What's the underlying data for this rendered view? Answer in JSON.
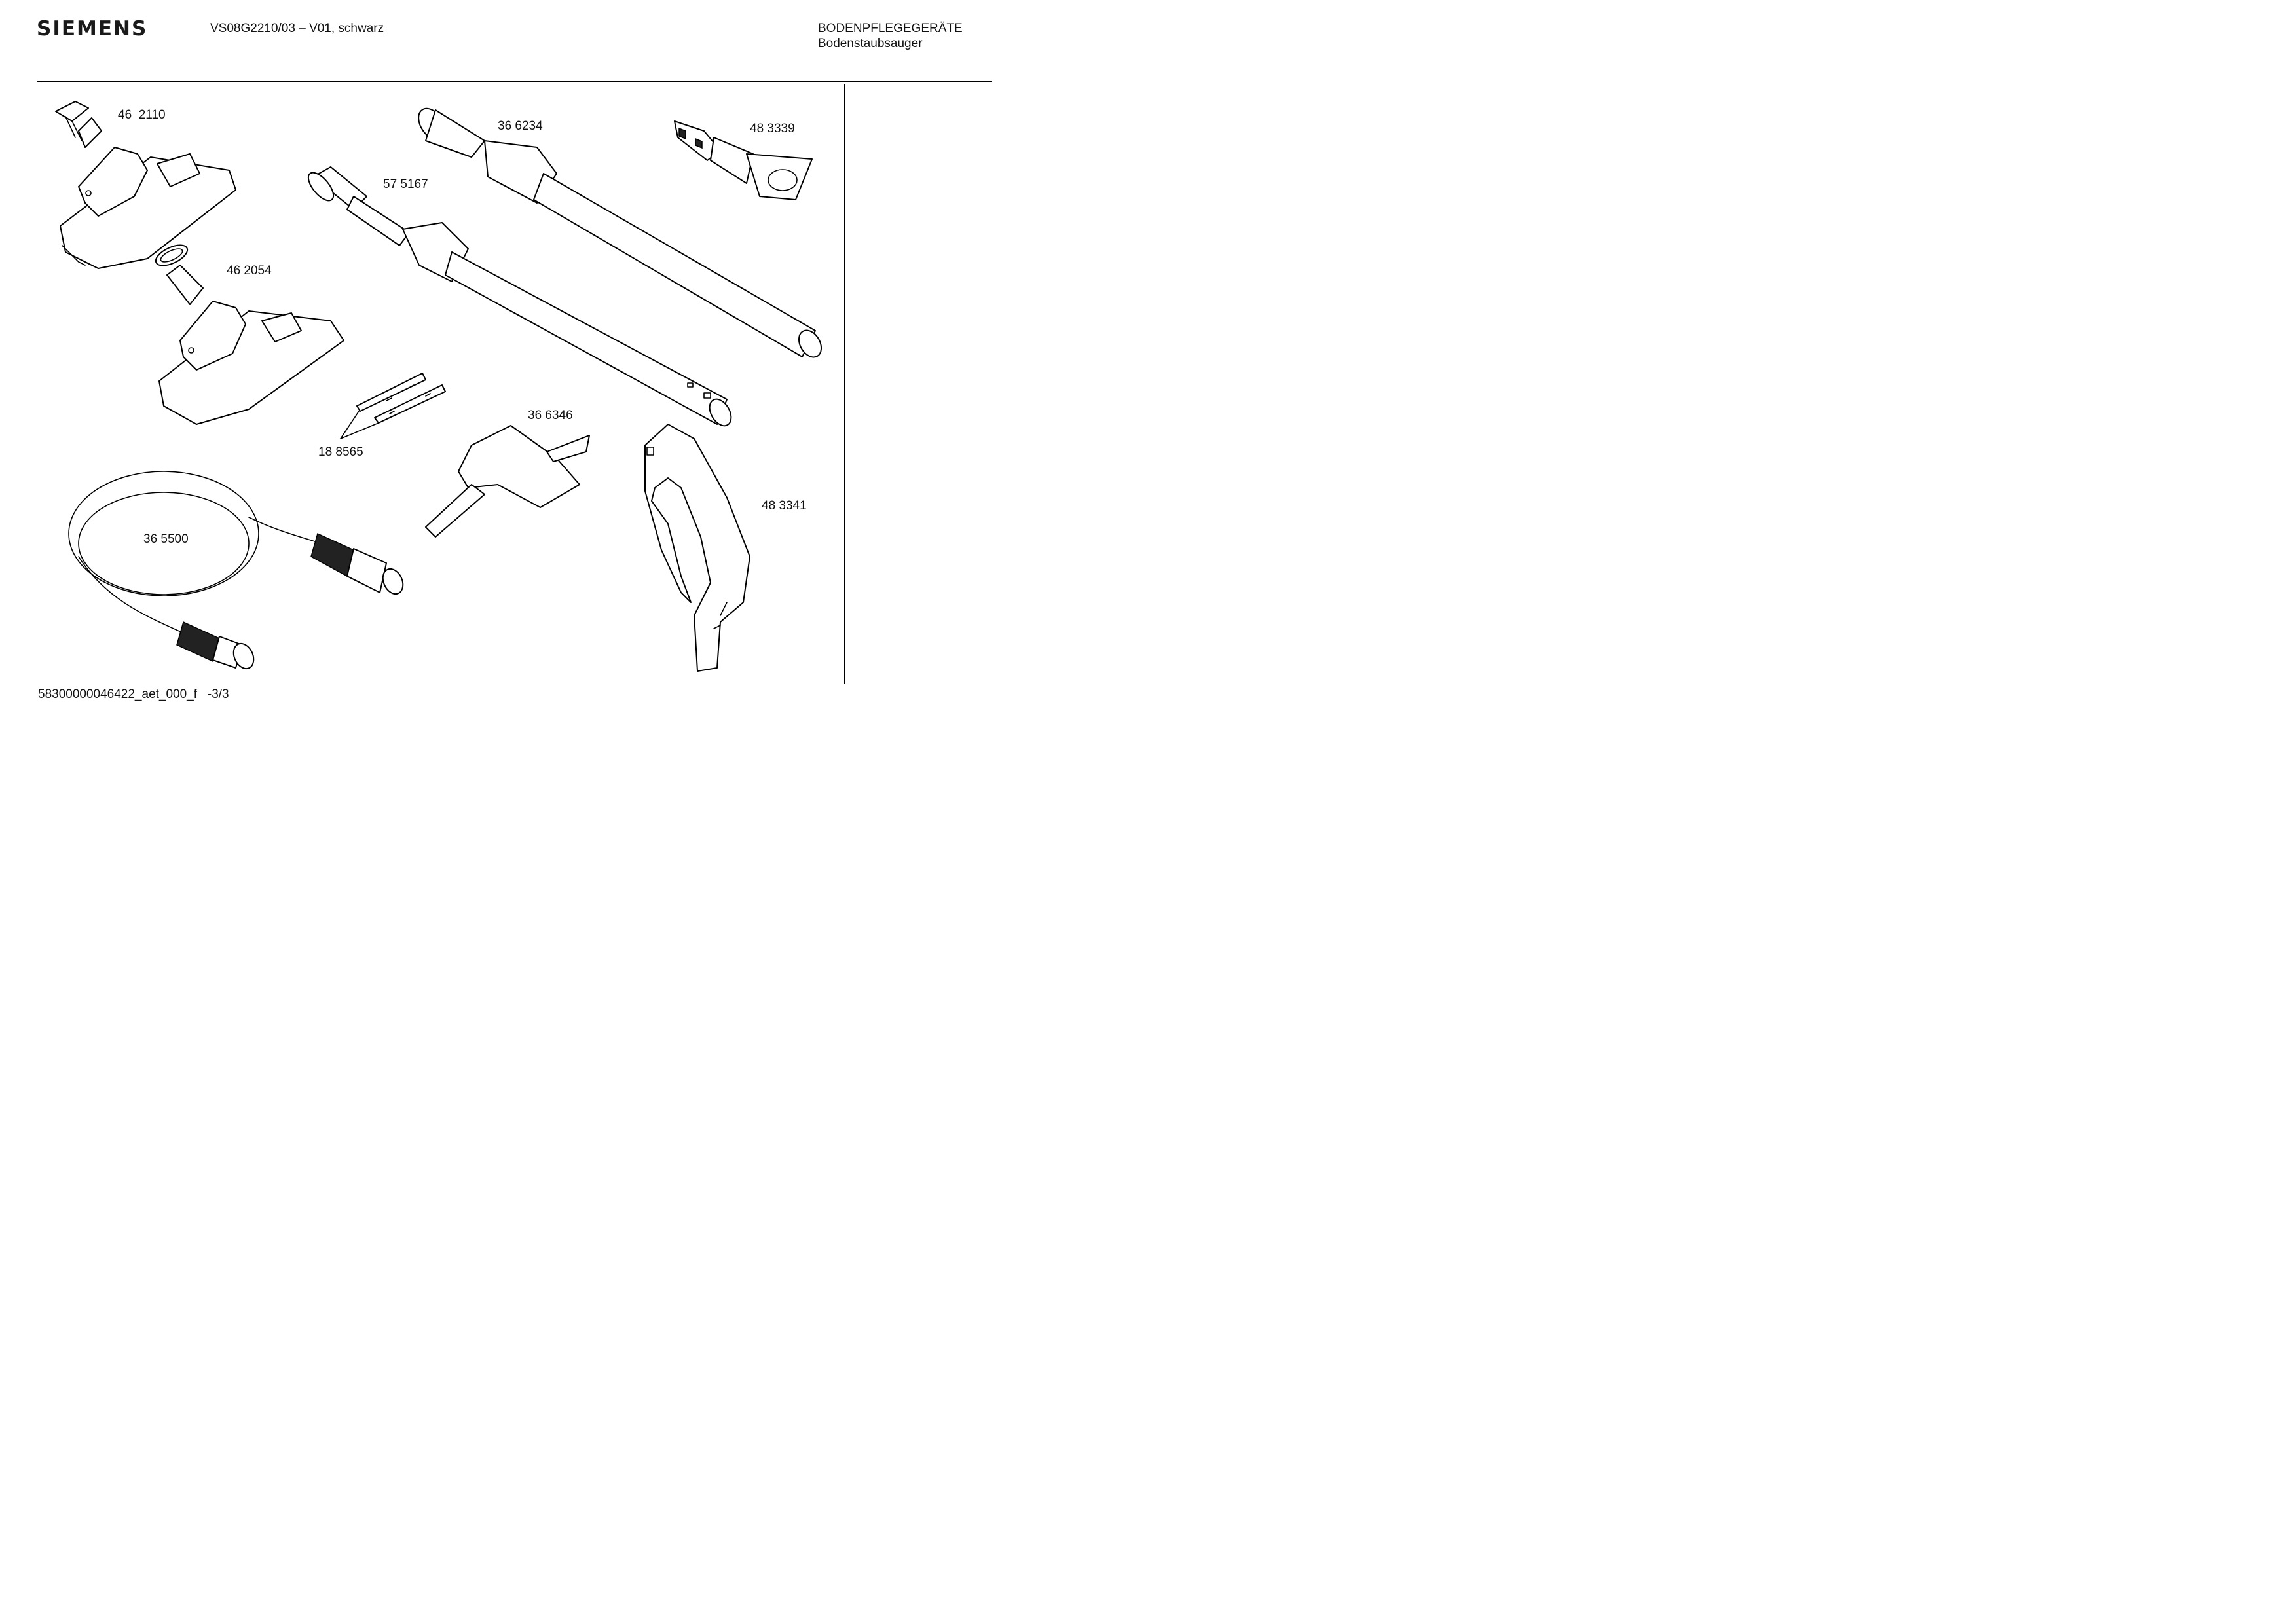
{
  "header": {
    "logo": "SIEMENS",
    "model": "VS08G2210/03 – V01, schwarz",
    "category": "BODENPFLEGEGERÄTE",
    "subcategory": "Bodenstaubsauger"
  },
  "parts": {
    "p462110": "46  2110",
    "p462054": "46 2054",
    "p575167": "57 5167",
    "p366234": "36 6234",
    "p483339": "48 3339",
    "p188565": "18 8565",
    "p366346": "36 6346",
    "p483341": "48 3341",
    "p365500": "36 5500"
  },
  "footer": {
    "doc_id": "58300000046422_aet_000_f",
    "page": "-3/3"
  }
}
